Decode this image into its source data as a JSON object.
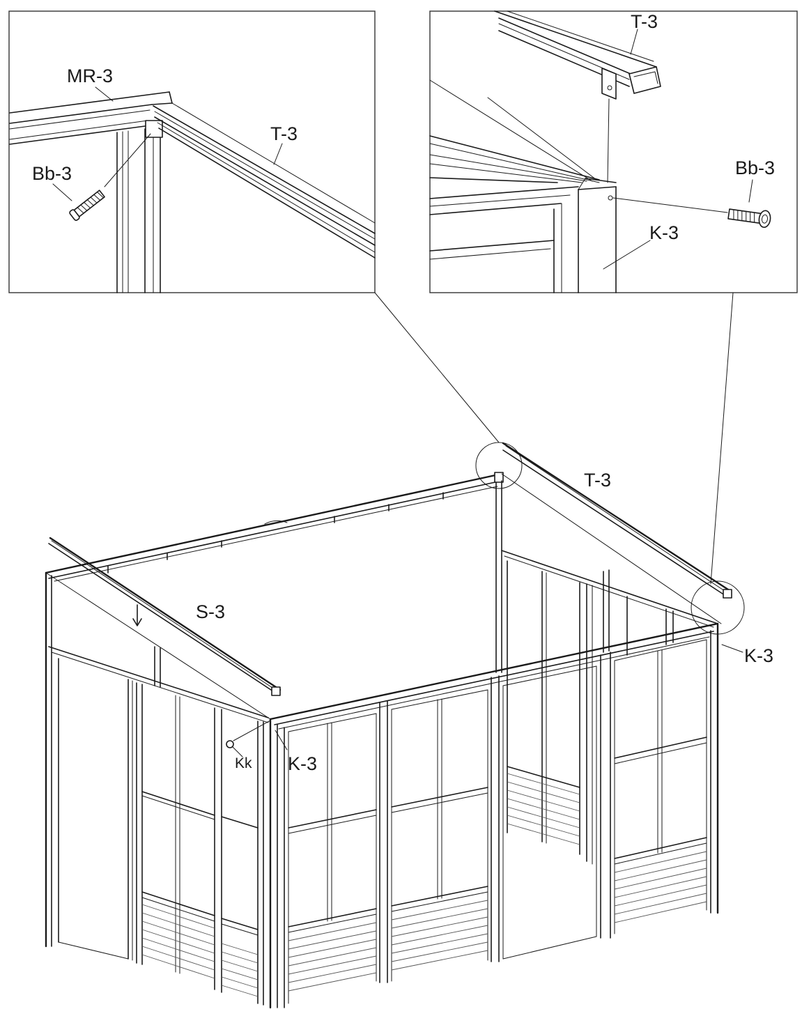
{
  "detail_left": {
    "labels": {
      "ridge": "MR-3",
      "rafter": "T-3",
      "bolt": "Bb-3"
    }
  },
  "detail_right": {
    "labels": {
      "rafter": "T-3",
      "bolt": "Bb-3",
      "corner": "K-3"
    }
  },
  "main": {
    "labels": {
      "rafter_back": "T-3",
      "rafter_front": "S-3",
      "corner_right": "K-3",
      "corner_front": "K-3",
      "knob": "Kk"
    }
  },
  "colors": {
    "line": "#1a1a1a",
    "background": "#ffffff",
    "panel_border": "#333333"
  }
}
